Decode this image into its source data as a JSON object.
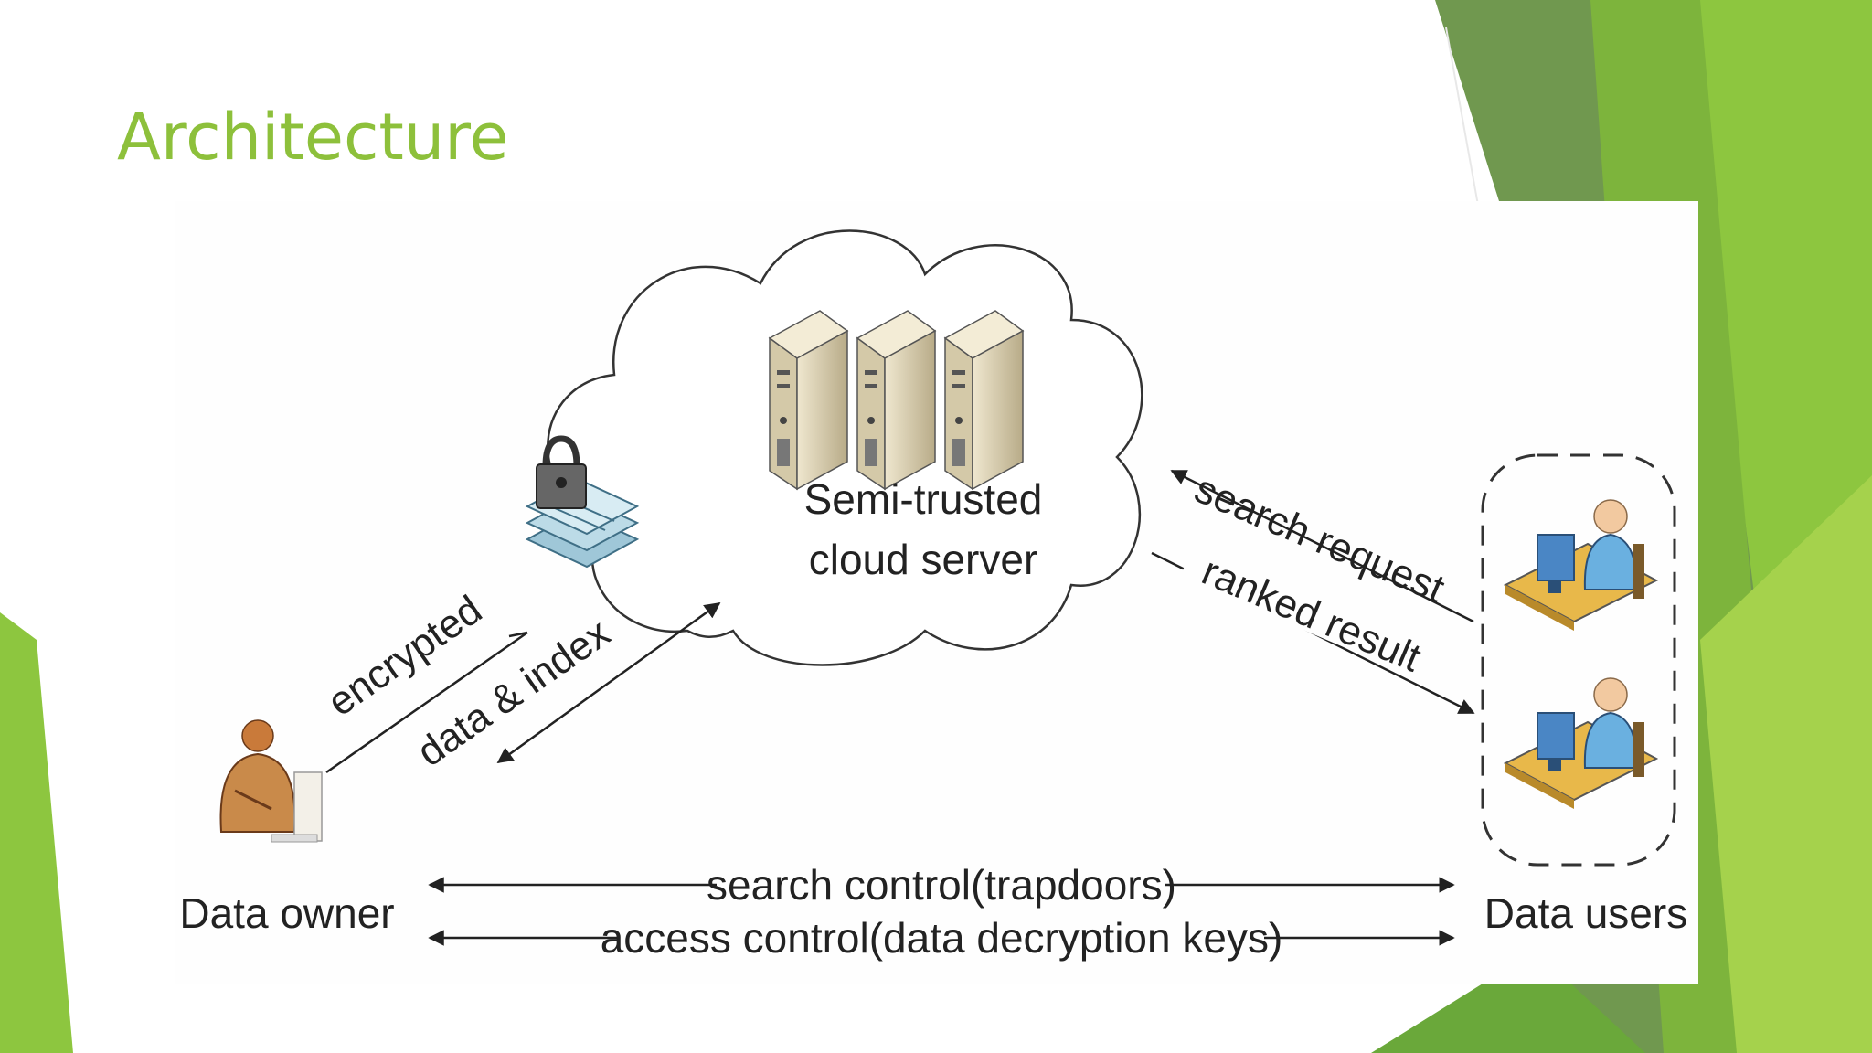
{
  "slide": {
    "title": "Architecture",
    "title_color": "#8dc03b",
    "accent_colors": [
      "#8dc63f",
      "#6a9a4a",
      "#5a9c2c",
      "#a5d24c"
    ]
  },
  "diagram": {
    "nodes": {
      "cloud_server": {
        "label_line1": "Semi-trusted",
        "label_line2": "cloud server",
        "icon": "server-rack-icon"
      },
      "data_owner": {
        "label": "Data owner",
        "icon": "person-at-computer-icon"
      },
      "data_users": {
        "label": "Data users",
        "icon": "user-at-desk-icon",
        "count": 2
      },
      "encrypted_data": {
        "icon": "padlock-documents-icon"
      }
    },
    "edges": {
      "owner_to_cloud_label_1": "encrypted",
      "owner_to_cloud_label_2": "data & index",
      "search_request": "search request",
      "ranked_result": "ranked result",
      "search_control": "search control(trapdoors)",
      "access_control": "access control(data decryption keys)"
    }
  }
}
